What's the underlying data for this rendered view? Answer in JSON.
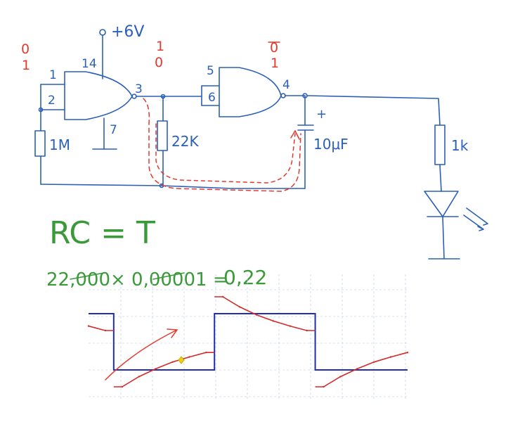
{
  "colors": {
    "wire": "#2b5fb8",
    "logic_state": "#e23a2e",
    "equation": "#3a9a3a",
    "scope_square": "#1f2fb0",
    "scope_rc": "#d42a2a",
    "scope_grid": "#c8d6e6",
    "scope_marker": "#f2d100"
  },
  "schematic": {
    "supply_label": "+6V",
    "pin_labels": {
      "p1": "1",
      "p2": "2",
      "p3": "3",
      "p4": "4",
      "p5": "5",
      "p6": "6",
      "p7": "7",
      "p14": "14"
    },
    "resistor_feedback": "1M",
    "resistor_timing": "22K",
    "capacitor": "10μF",
    "capacitor_polarity": "+",
    "resistor_led": "1k",
    "logic_states": {
      "input": {
        "top": "0",
        "bottom": "1"
      },
      "middle": {
        "top": "1",
        "bottom": "0"
      },
      "output": {
        "top": "0",
        "bottom": "1"
      }
    }
  },
  "equations": {
    "formula": "RC = T",
    "calc_a": "22",
    "calc_a_struck": ",000",
    "calc_mult": "× 0,",
    "calc_b_struck": "000",
    "calc_b": "01 =",
    "calc_result": "0,22"
  },
  "chart_data": {
    "type": "line",
    "title": "",
    "xlabel": "",
    "ylabel": "",
    "x": [
      0,
      1,
      2,
      3,
      4,
      5,
      6,
      7,
      8,
      9,
      10,
      11,
      12,
      13,
      14,
      15,
      16,
      17,
      18,
      19
    ],
    "series": [
      {
        "values": [
          1,
          1,
          0,
          0,
          0,
          0,
          0,
          0,
          1,
          1,
          1,
          1,
          1,
          1,
          0,
          0,
          0,
          0,
          0,
          0
        ]
      },
      {
        "values": [
          0.78,
          0.7,
          -0.3,
          -0.12,
          0.02,
          0.14,
          0.23,
          0.31,
          1.3,
          1.12,
          0.98,
          0.87,
          0.78,
          0.7,
          -0.3,
          -0.12,
          0.02,
          0.14,
          0.23,
          0.31
        ]
      }
    ],
    "grid": true,
    "legend": "none"
  }
}
